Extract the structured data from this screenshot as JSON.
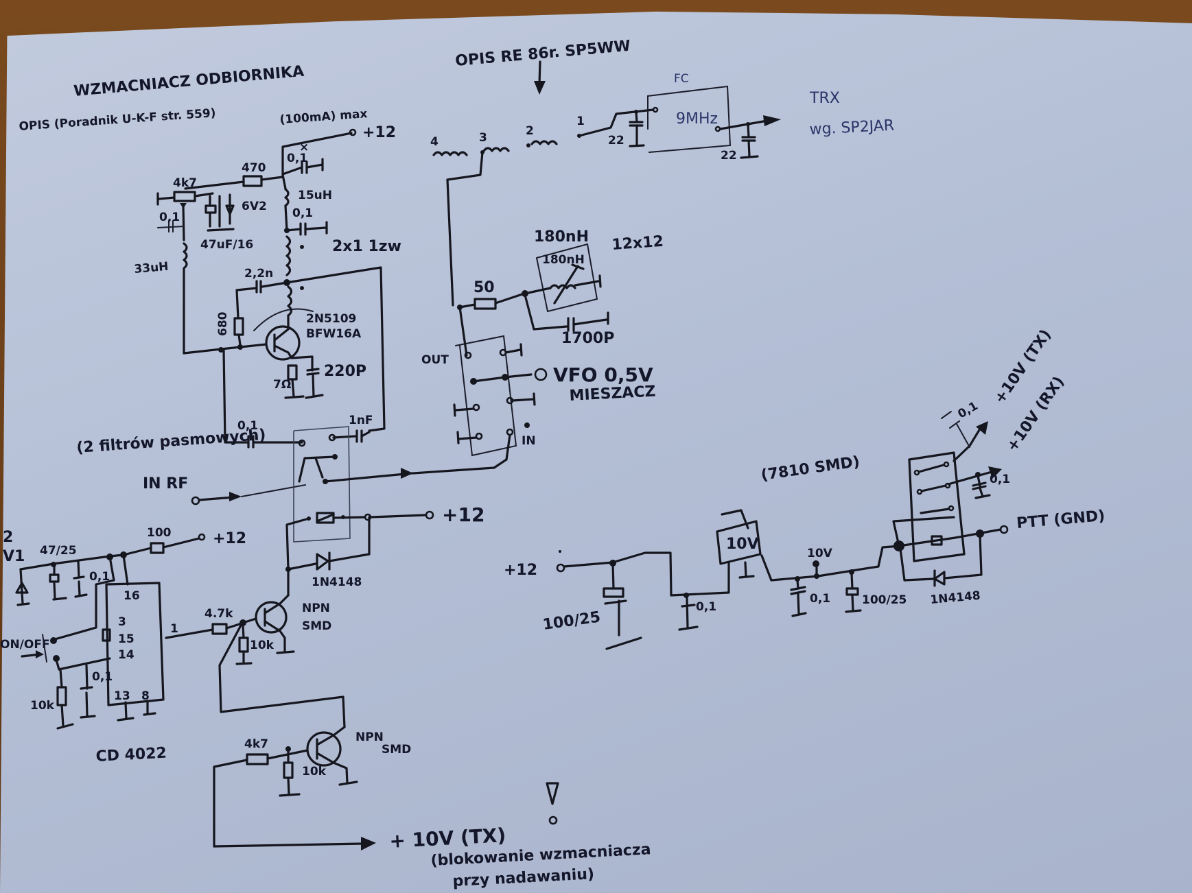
{
  "diagram": {
    "kind": "hand-drawn electronic schematic photo",
    "colors": {
      "paper": "#b8c2d8",
      "ink": "#15161e",
      "blue_ink": "#2a3468",
      "table": "#6b3f1a"
    }
  },
  "titles": {
    "amp_title": "WZMACNIACZ ODBIORNIKA",
    "amp_source": "OPIS (Poradnik U-K-F str. 559)",
    "current_note": "(100mA) max",
    "vco_source": "OPIS RE 86r. SP5WW",
    "trx_title": "TRX",
    "trx_source": "wg. SP2JAR",
    "filter_note": "(2 filtrów pasmowych)",
    "regulator_note": "(7810 SMD)",
    "ic_name": "CD 4022",
    "blocking_note_line1": "(blokowanie wzmacniacza",
    "blocking_note_line2": "przy nadawaniu)"
  },
  "amplifier": {
    "plus12_top": "+12",
    "r_pot": "4k7",
    "r_470": "470",
    "c_top_01": "0,1",
    "l_15uh": "15uH",
    "zener_6v2": "6V2",
    "c_01_mid": "0,1",
    "c_47uf": "47uF/16",
    "c_01_left": "0,1",
    "l_33uh": "33uH",
    "transformer": "2x1 1zw",
    "c_2n2": "2,2n",
    "r_680": "680",
    "transistor": "2N5109",
    "transistor_alt": "BFW16A",
    "r_7r": "7Ω",
    "c_220p": "220P",
    "c_out_01": "0,1",
    "c_1nf": "1nF",
    "in_rf": "IN RF"
  },
  "mixer": {
    "pin_labels": [
      "4",
      "3",
      "2",
      "1"
    ],
    "c_22a": "22",
    "c_22b": "22",
    "module_top": "FC",
    "module_freq": "9MHz",
    "r_50": "50",
    "l_180": "180nH",
    "l_180_inner": "180nH",
    "coil_size": "12x12",
    "c_1700p": "1700P",
    "out_label": "OUT",
    "vfo": "VFO 0,5V",
    "mixer_label": "MIESZACZ",
    "in_label": "IN"
  },
  "relay_driver": {
    "plus12_relay": "+12",
    "diode": "1N4148",
    "npn1": "NPN",
    "npn1_pkg": "SMD",
    "r_4k7a": "4.7k",
    "r_10k_a": "10k",
    "npn2": "NPN",
    "npn2_pkg": "SMD",
    "r_4k7b": "4k7",
    "r_10k_b": "10k",
    "out_tx": "+ 10V (TX)"
  },
  "counter": {
    "plus12": "+12",
    "r_100": "100",
    "zener_label_a": "2",
    "zener_label_b": "V1",
    "c_47_25": "47/25",
    "c_01a": "0,1",
    "pins": [
      "16",
      "3",
      "15",
      "14",
      "13",
      "8",
      "1"
    ],
    "switch": "ON/OFF",
    "c_01b": "0,1",
    "r_10k": "10k"
  },
  "power": {
    "plus12_in": "+12",
    "c_100_25a": "100/25",
    "c_01a": "0,1",
    "reg_label": "10V",
    "node_10v": "10V",
    "c_01b": "0,1",
    "c_100_25b": "100/25",
    "diode": "1N4148",
    "c_01_tx": "0,1",
    "out_tx": "+10V (TX)",
    "out_rx": "+10V (RX)",
    "c_01_rx": "0,1",
    "ptt": "PTT (GND)"
  }
}
